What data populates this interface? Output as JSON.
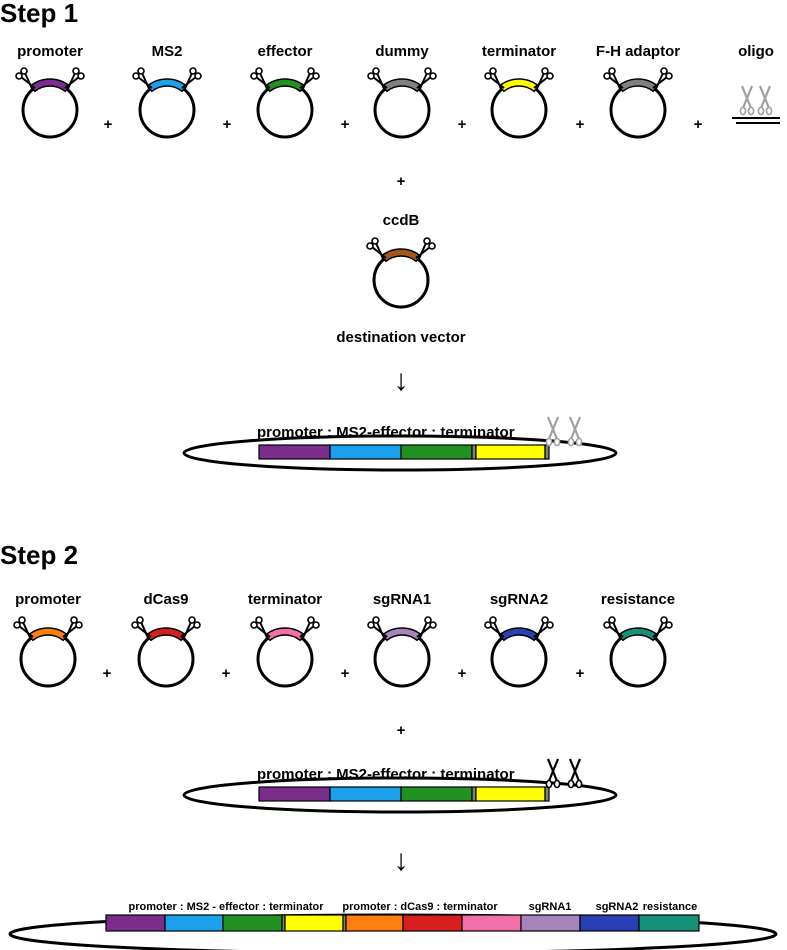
{
  "step1": {
    "title": "Step 1",
    "parts": [
      {
        "label": "promoter",
        "color": "#7b2d8e",
        "icon": "plasmid-icon"
      },
      {
        "label": "MS2",
        "color": "#1ba1ec",
        "icon": "plasmid-icon"
      },
      {
        "label": "effector",
        "color": "#229122",
        "icon": "plasmid-icon"
      },
      {
        "label": "dummy",
        "color": "#808080",
        "icon": "plasmid-icon"
      },
      {
        "label": "terminator",
        "color": "#ffff00",
        "icon": "plasmid-icon"
      },
      {
        "label": "F-H adaptor",
        "color": "#808080",
        "icon": "plasmid-icon"
      },
      {
        "label": "oligo",
        "color": "#000000",
        "icon": "oligo-duplex-icon"
      }
    ],
    "plus": "+",
    "destination": {
      "label": "ccdB",
      "color": "#a0581e",
      "caption": "destination vector"
    },
    "arrow": "↓",
    "product": {
      "label": "promoter : MS2-effector : terminator",
      "segments": [
        {
          "name": "promoter",
          "color": "#7b2d8e"
        },
        {
          "name": "MS2",
          "color": "#1ba1ec"
        },
        {
          "name": "effector",
          "color": "#229122"
        },
        {
          "name": "adaptor",
          "color": "#808080"
        },
        {
          "name": "terminator",
          "color": "#ffff00"
        },
        {
          "name": "adaptor-end",
          "color": "#808080"
        }
      ],
      "scissor_color": "#a0a0a0"
    }
  },
  "step2": {
    "title": "Step 2",
    "parts": [
      {
        "label": "promoter",
        "color": "#ff7f0e",
        "icon": "plasmid-icon"
      },
      {
        "label": "dCas9",
        "color": "#d62020",
        "icon": "plasmid-icon"
      },
      {
        "label": "terminator",
        "color": "#f26fa8",
        "icon": "plasmid-icon"
      },
      {
        "label": "sgRNA1",
        "color": "#a884bc",
        "icon": "plasmid-icon"
      },
      {
        "label": "sgRNA2",
        "color": "#2b3fb5",
        "icon": "plasmid-icon"
      },
      {
        "label": "resistance",
        "color": "#15917a",
        "icon": "plasmid-icon"
      }
    ],
    "plus": "+",
    "intermediate": {
      "label": "promoter : MS2-effector : terminator",
      "scissor_color": "#000000"
    },
    "arrow": "↓",
    "final": {
      "labels": [
        "promoter : MS2 - effector : terminator",
        "promoter : dCas9 : terminator",
        "sgRNA1",
        "sgRNA2",
        "resistance"
      ],
      "segments": [
        {
          "name": "promoter",
          "color": "#7b2d8e"
        },
        {
          "name": "MS2",
          "color": "#1ba1ec"
        },
        {
          "name": "effector",
          "color": "#229122"
        },
        {
          "name": "adaptor",
          "color": "#808080"
        },
        {
          "name": "terminator",
          "color": "#ffff00"
        },
        {
          "name": "adaptor-end",
          "color": "#808080"
        },
        {
          "name": "promoter2",
          "color": "#ff7f0e"
        },
        {
          "name": "dCas9",
          "color": "#d62020"
        },
        {
          "name": "terminator2",
          "color": "#f26fa8"
        },
        {
          "name": "sgRNA1",
          "color": "#a884bc"
        },
        {
          "name": "sgRNA2",
          "color": "#2b3fb5"
        },
        {
          "name": "resistance",
          "color": "#15917a"
        }
      ]
    }
  }
}
